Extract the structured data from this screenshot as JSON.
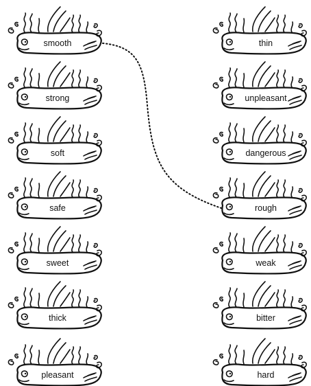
{
  "left_column": [
    {
      "label": "smooth"
    },
    {
      "label": "strong"
    },
    {
      "label": "soft"
    },
    {
      "label": "safe"
    },
    {
      "label": "sweet"
    },
    {
      "label": "thick"
    },
    {
      "label": "pleasant"
    }
  ],
  "right_column": [
    {
      "label": "thin"
    },
    {
      "label": "unpleasant"
    },
    {
      "label": "dangerous"
    },
    {
      "label": "rough"
    },
    {
      "label": "weak"
    },
    {
      "label": "bitter"
    },
    {
      "label": "hard"
    }
  ],
  "matches": [
    {
      "from": "smooth",
      "to": "rough"
    }
  ],
  "icons": {
    "item_icon": "steaming-pie-icon"
  },
  "colors": {
    "ink": "#111111",
    "background": "#ffffff"
  }
}
